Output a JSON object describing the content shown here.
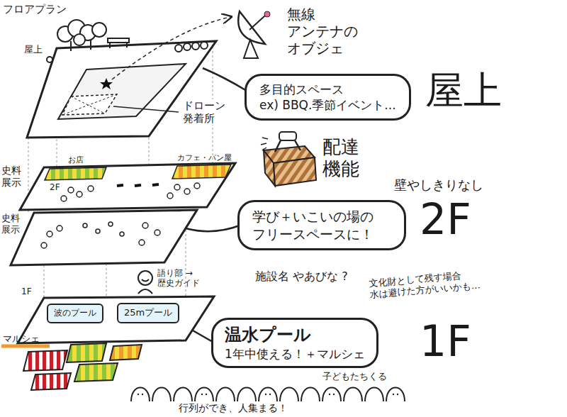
{
  "diagram": {
    "title": "フロアプラン",
    "nodes": [
      {
        "text": [
          "多目的スペース",
          "ex) BBQ.季節イベント..."
        ]
      },
      {
        "text": [
          "学び＋いこいの場の フリースペースに！"
        ]
      },
      {
        "text": [
          "波のプール"
        ]
      },
      {
        "text": [
          "25mプール"
        ]
      },
      {
        "text": [
          "温水プール",
          "1年中使える！＋マルシェ"
        ]
      }
    ],
    "labels": [
      "屋上",
      "無線 アンテナの オブジェ",
      "屋上",
      "ドローン 発着所",
      "配達 機能",
      "壁やしきりなし",
      "2F",
      "お店",
      "カフェ・パン屋",
      "史料 展示",
      "史料 展示",
      "2F",
      "語り部 →歴史ガイド",
      "施設名 やあびな ?",
      "文化財として残す場合 水は避けた方がいいかも…",
      "1F",
      "1F",
      "マルシェ",
      "子どもたちくる",
      "行列ができ、人集まる！"
    ]
  }
}
